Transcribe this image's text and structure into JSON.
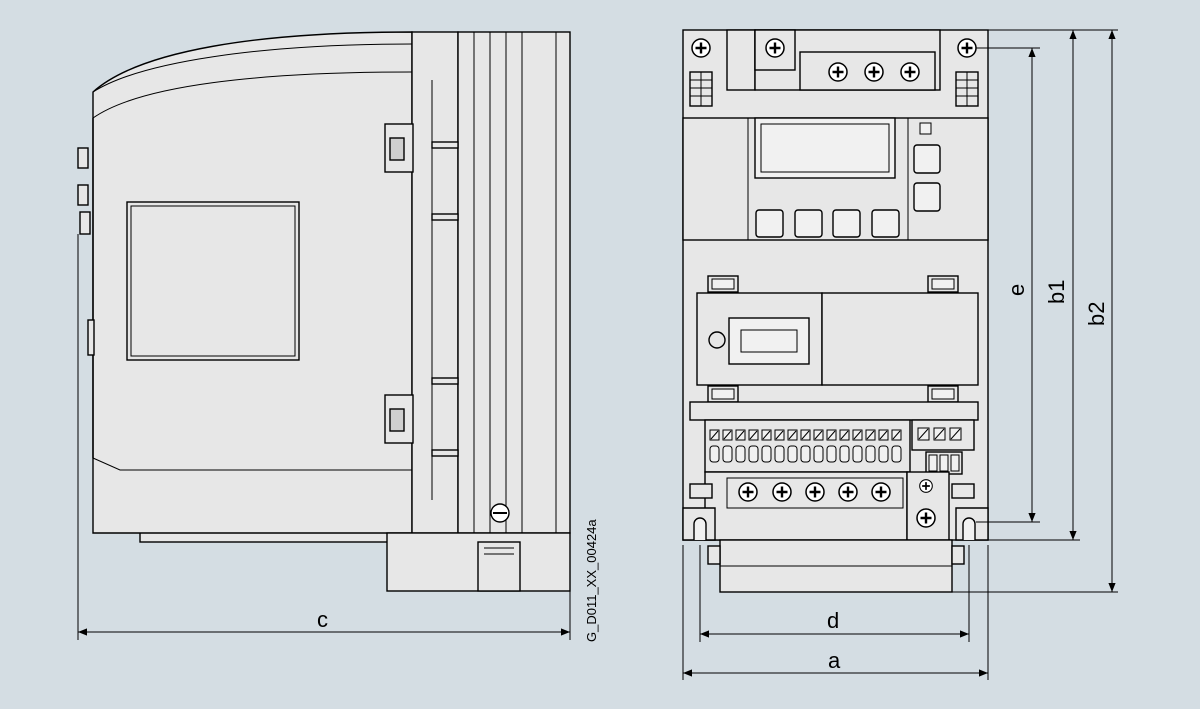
{
  "colors": {
    "background": "#d4dde3",
    "body": "#e7e7e7",
    "outline": "#000000",
    "panel": "#f1f1f1"
  },
  "dimensions": {
    "a": "a",
    "b1": "b1",
    "b2": "b2",
    "c": "c",
    "d": "d",
    "e": "e"
  },
  "drawing_code": "G_D011_XX_00424a"
}
